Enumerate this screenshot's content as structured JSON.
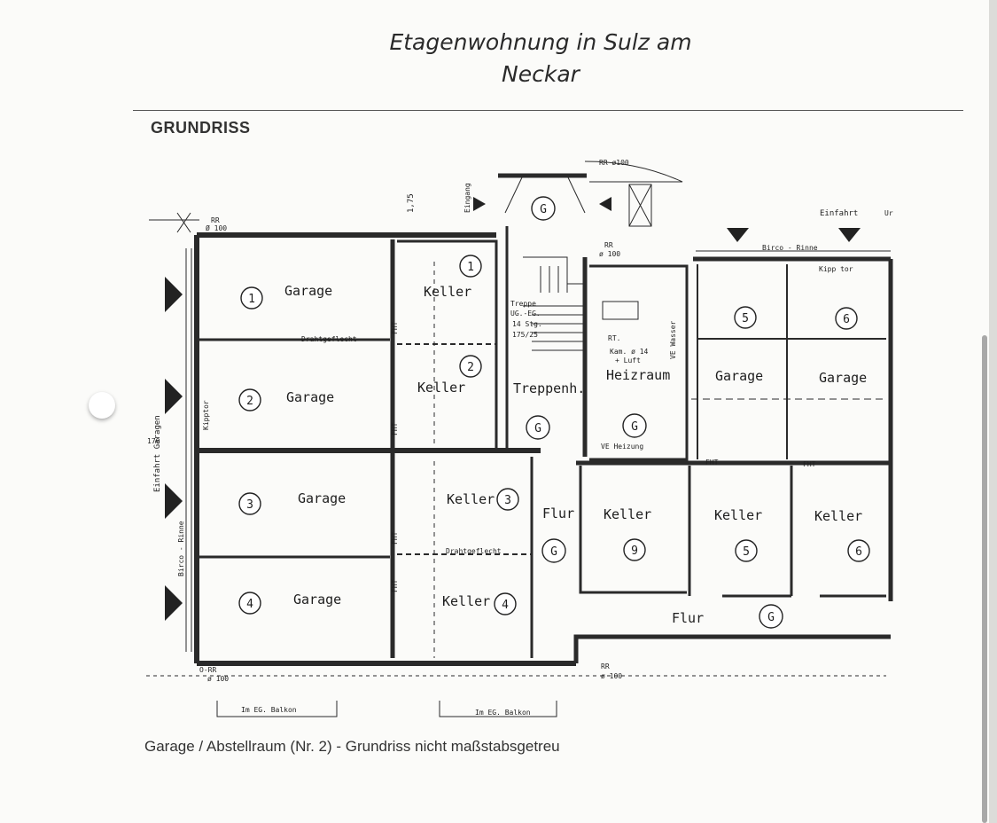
{
  "document": {
    "title_line1": "Etagenwohnung in Sulz am",
    "title_line2": "Neckar",
    "section_heading": "GRUNDRISS",
    "caption": "Garage / Abstellraum (Nr. 2) - Grundriss nicht maßstabsgetreu"
  },
  "plan": {
    "garage_label": "Garage",
    "keller_label": "Keller",
    "flur_label": "Flur",
    "heizraum_label": "Heizraum",
    "treppenhaus_label": "Treppenh.",
    "g_marker": "G",
    "garages": [
      {
        "number": "1"
      },
      {
        "number": "2"
      },
      {
        "number": "3"
      },
      {
        "number": "4"
      },
      {
        "number": "5"
      },
      {
        "number": "6"
      }
    ],
    "keller": [
      {
        "number": "1"
      },
      {
        "number": "2"
      },
      {
        "number": "3"
      },
      {
        "number": "4"
      },
      {
        "number": "9"
      },
      {
        "number": "5"
      },
      {
        "number": "6"
      }
    ],
    "small_labels": {
      "eingang": "Eingang",
      "dim_175": "1,75",
      "rr_top": "RR ø100",
      "rr_left_top": "RR",
      "rr_left_top_val": "Ø 100",
      "rr_center": "RR",
      "rr_center_val": "ø 100",
      "einfahrt_right": "Einfahrt",
      "einfahrt_right_suffix": "Ur",
      "birco_rinne_top": "Birco - Rinne",
      "kipptor_top": "Kipp tor",
      "drahtgeflecht_1": "Drahtgeflecht",
      "drahtgeflecht_2": "Drahtgeflecht",
      "kipptor_left": "Kipptor",
      "einfahrt_garagen": "Einfahrt Garagen",
      "einfahrt_value": "170",
      "birco_rinne_left": "Birco - Rinne",
      "treppe_1": "Treppe",
      "treppe_2": "UG.-EG.",
      "treppe_3": "14 Stg.",
      "treppe_4": "175/25",
      "rt": "RT.",
      "kamin_1": "Kam. ø 14",
      "kamin_2": "+ Luft",
      "ve_wasser": "VE Wasser",
      "ve_heizung": "VE Heizung",
      "fht": "FHT",
      "rr_bottom_left": "O-RR",
      "rr_bottom_left_val": "ø 100",
      "rr_bottom": "RR",
      "rr_bottom_val": "ø 100",
      "balkon_1": "Im EG. Balkon",
      "balkon_2": "Im EG. Balkon"
    }
  }
}
